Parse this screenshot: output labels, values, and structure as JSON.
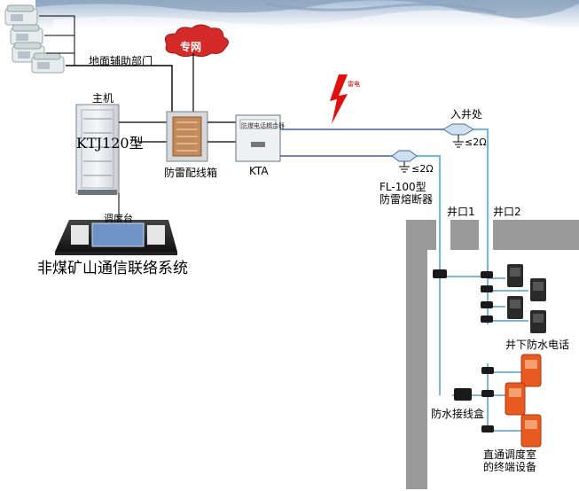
{
  "title": "非煤矿山通信联络系统",
  "labels": {
    "ground_dept": "地面辅助部门",
    "special_net": "专网",
    "host": "主机",
    "host_model": "KTJ120型",
    "dispatch_console": "调度台",
    "lightning_box": "防雷配线箱",
    "kta": "KTA",
    "kta_panel": "防爆电话耦合器",
    "shaft_entry": "入井处",
    "resistance_1": "≤2Ω",
    "resistance_2": "≤2Ω",
    "fuse_model": "FL-100型",
    "fuse_name": "防雷熔断器",
    "shaft1": "井口1",
    "shaft2": "井口2",
    "underground_phone": "井下防水电话",
    "junction_box": "防水接线盒",
    "terminal_line1": "直通调度室",
    "terminal_line2": "的终端设备",
    "lightning_sign": "雷电"
  },
  "colors": {
    "cable_blue": "#3a5fb8",
    "shaft_line": "#78b8e0",
    "wall_gray": "#9a9a9a",
    "lightning_red": "#e01010",
    "cloud_red": "#cc2222",
    "phone_orange": "#e85a20"
  }
}
